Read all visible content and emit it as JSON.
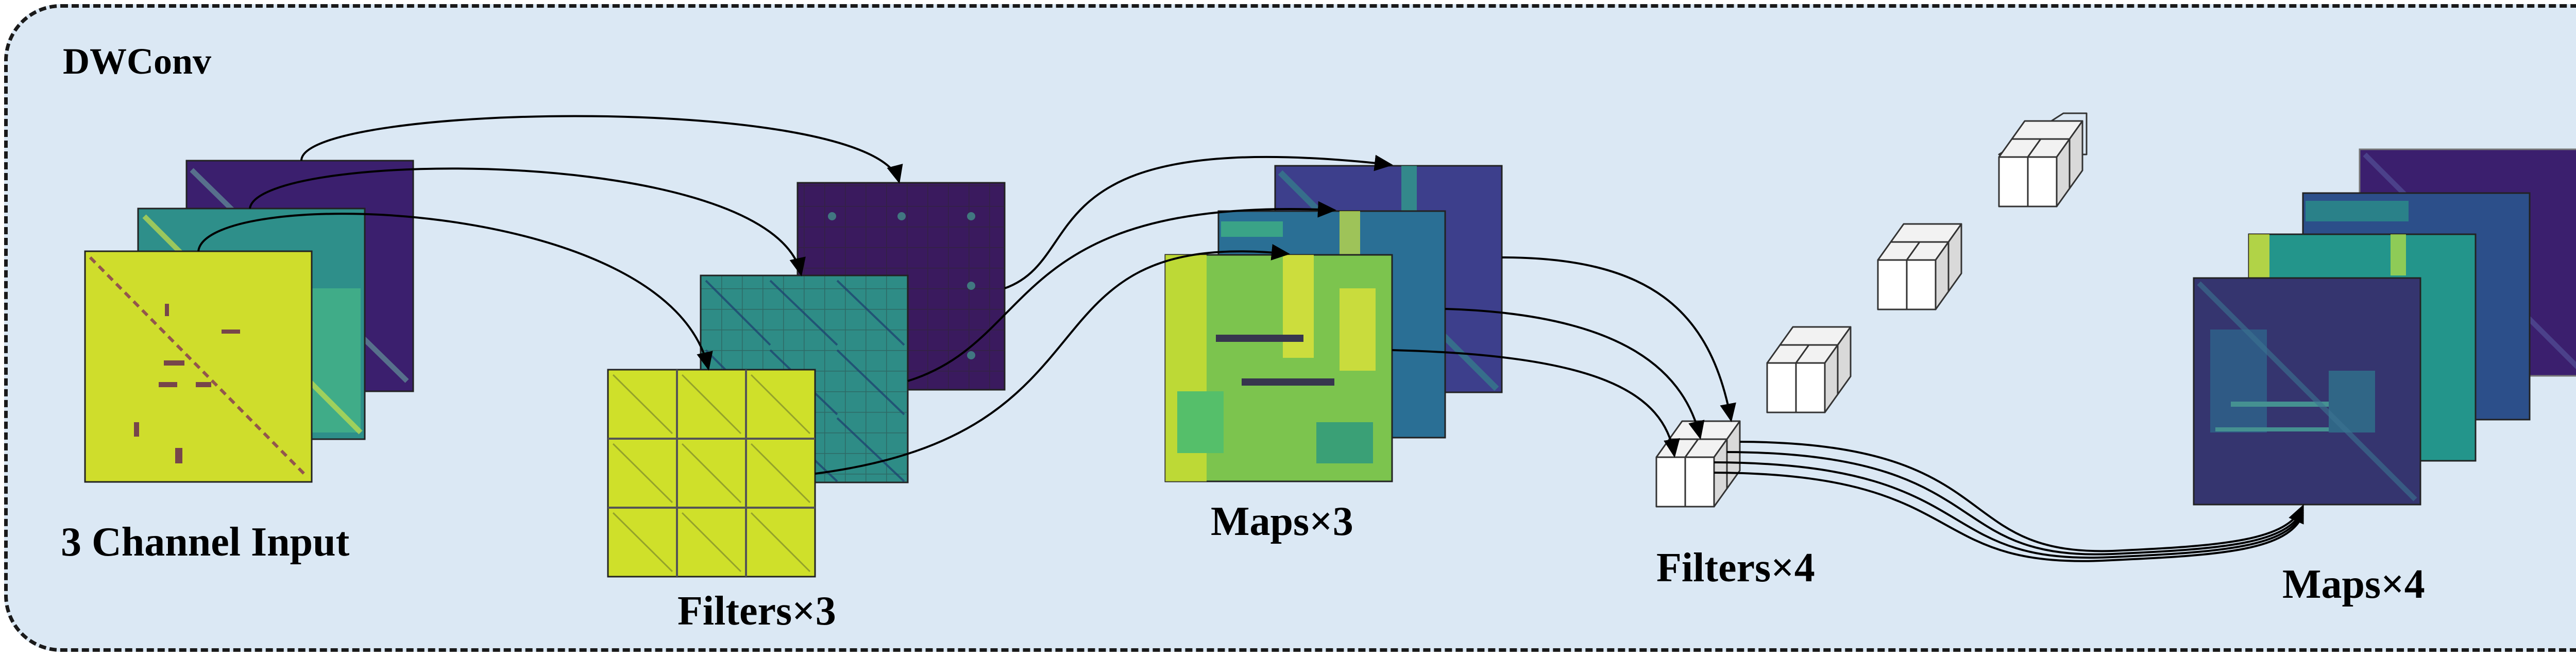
{
  "diagram": {
    "title": "DWConv",
    "labels": {
      "input": "3 Channel Input",
      "filters3": "Filters×3",
      "maps3": "Maps×3",
      "filters4": "Filters×4",
      "maps4": "Maps×4"
    },
    "colors": {
      "panel_bg": "#dbe8f4",
      "viridis_dark": "#440154",
      "viridis_teal": "#21918c",
      "viridis_green": "#5ec962",
      "viridis_yellow": "#d6e22b",
      "cube_face": "#ffffff"
    }
  }
}
